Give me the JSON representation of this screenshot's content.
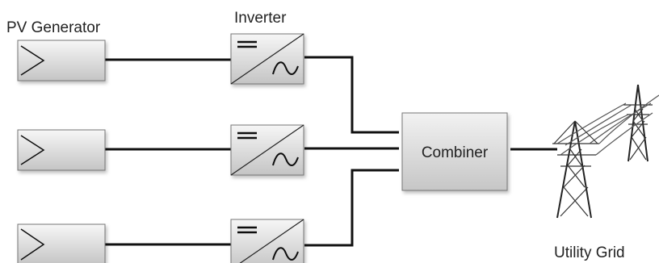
{
  "labels": {
    "pv_generator": "PV Generator",
    "inverter": "Inverter",
    "combiner": "Combiner",
    "utility_grid": "Utility Grid"
  },
  "colors": {
    "box_fill_light": "#f4f4f4",
    "box_fill_dark": "#c8c8c8",
    "wire": "#111111"
  },
  "icons": {
    "pv_generator": "triangle-arrow-icon",
    "inverter": "dc-ac-inverter-icon",
    "utility_grid": "transmission-tower-icon"
  }
}
